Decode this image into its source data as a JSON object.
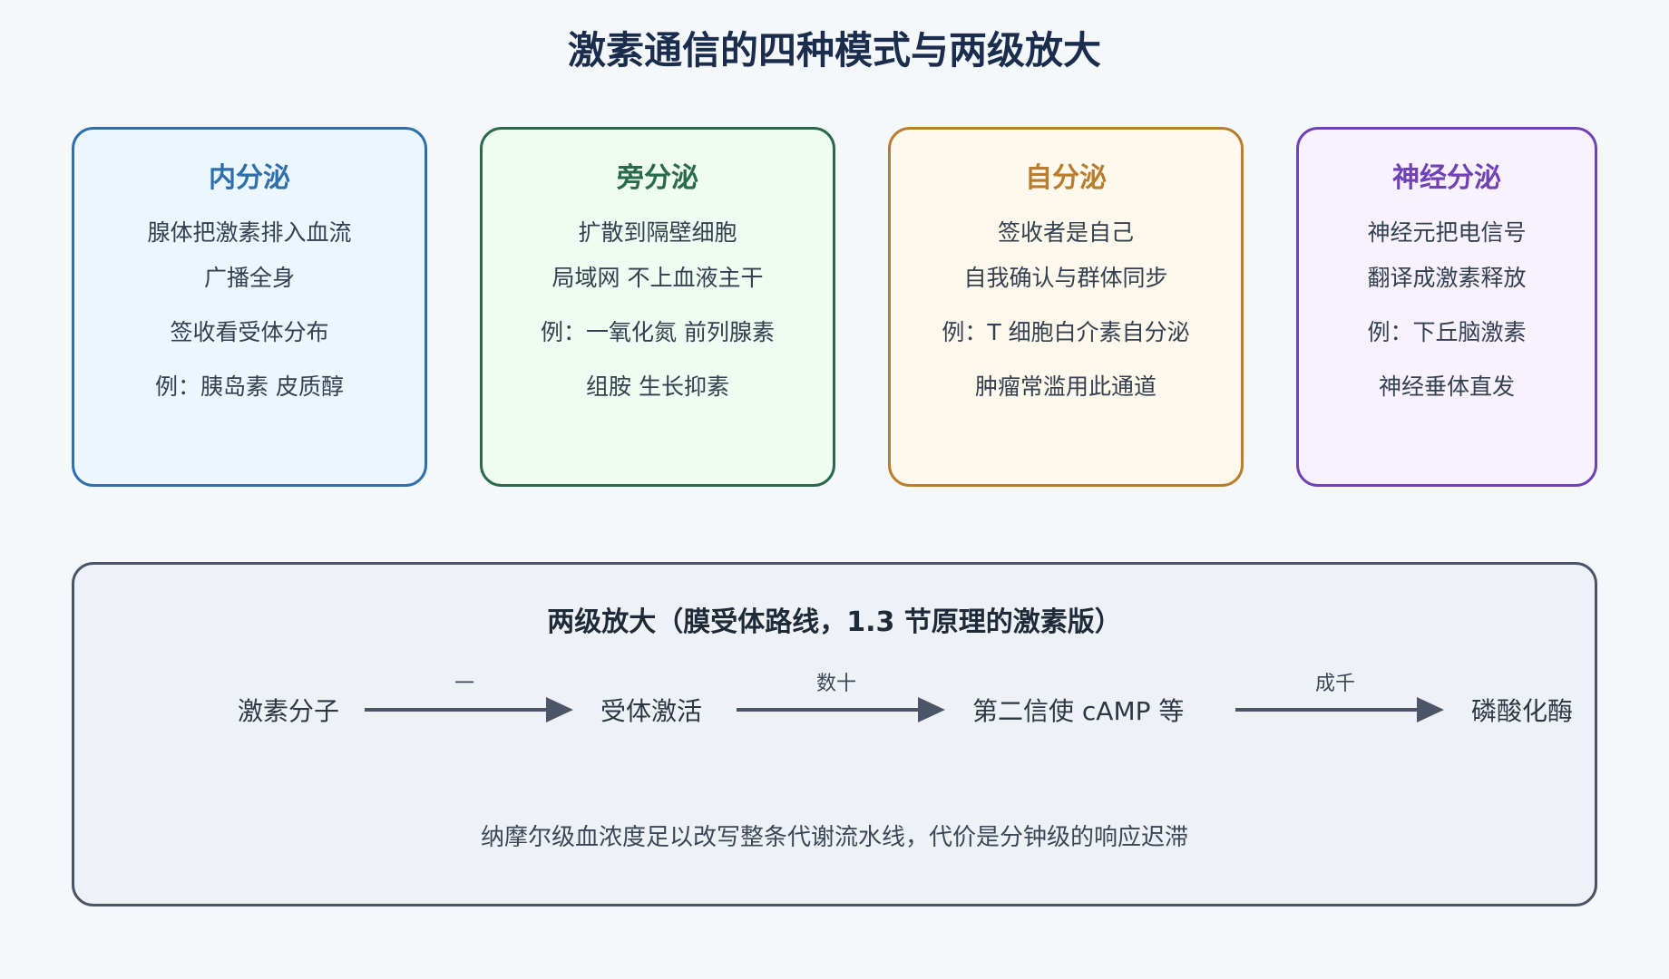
{
  "title": "激素通信的四种模式与两级放大",
  "cards": [
    {
      "title": "内分泌",
      "lines": [
        "腺体把激素排入血流",
        "广播全身",
        "签收看受体分布",
        "例：胰岛素 皮质醇"
      ],
      "colors": {
        "border": "#2f6fad",
        "bg": "#ecf6ff",
        "title": "#2f6fad"
      }
    },
    {
      "title": "旁分泌",
      "lines": [
        "扩散到隔壁细胞",
        "局域网 不上血液主干",
        "例：一氧化氮 前列腺素",
        "组胺 生长抑素"
      ],
      "colors": {
        "border": "#2a6a4a",
        "bg": "#eefcf1",
        "title": "#2a6a4a"
      }
    },
    {
      "title": "自分泌",
      "lines": [
        "签收者是自己",
        "自我确认与群体同步",
        "例：T 细胞白介素自分泌",
        "肿瘤常滥用此通道"
      ],
      "colors": {
        "border": "#b97d2d",
        "bg": "#fff8ec",
        "title": "#b97d2d"
      }
    },
    {
      "title": "神经分泌",
      "lines": [
        "神经元把电信号",
        "翻译成激素释放",
        "例：下丘脑激素",
        "神经垂体直发"
      ],
      "colors": {
        "border": "#7042b5",
        "bg": "#f8f2ff",
        "title": "#7042b5"
      }
    }
  ],
  "amplification": {
    "title": "两级放大（膜受体路线，1.3 节原理的激素版）",
    "nodes": [
      "激素分子",
      "受体激活",
      "第二信使 cAMP 等",
      "磷酸化酶"
    ],
    "edges": [
      "一",
      "数十",
      "成千"
    ],
    "note": "纳摩尔级血浓度足以改写整条代谢流水线，代价是分钟级的响应迟滞",
    "colors": {
      "border": "#4b5568",
      "bg": "#eef2f6",
      "arrow": "#4b5568"
    }
  }
}
